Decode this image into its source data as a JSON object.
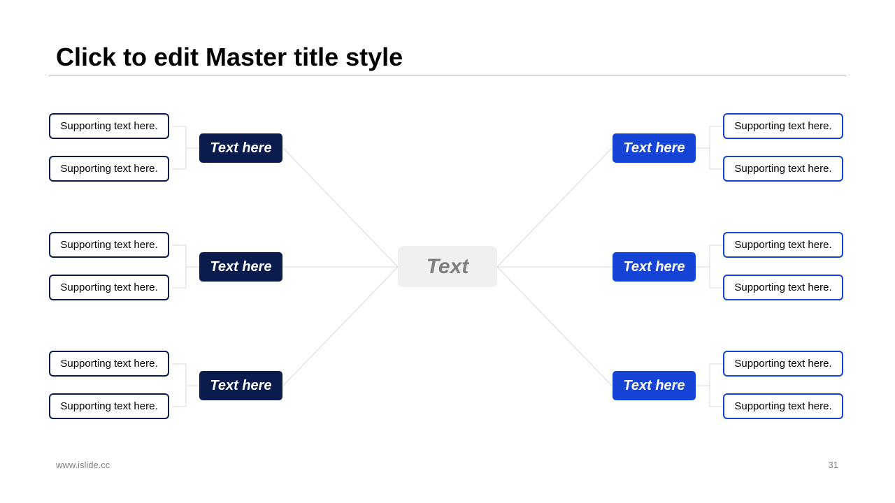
{
  "slide": {
    "title": "Click to edit Master title style",
    "footer_url": "www.islide.cc",
    "page_number": "31"
  },
  "colors": {
    "left_accent": "#0a1c4d",
    "right_accent": "#1443d6",
    "center_fill": "#f0f0f0",
    "center_text": "#7f7f7f",
    "connector": "#d9d9d9"
  },
  "diagram": {
    "center": "Text",
    "branches": [
      {
        "label": "Text here",
        "side": "left",
        "children": [
          "Supporting text here.",
          "Supporting text here."
        ]
      },
      {
        "label": "Text here",
        "side": "left",
        "children": [
          "Supporting text here.",
          "Supporting text here."
        ]
      },
      {
        "label": "Text here",
        "side": "left",
        "children": [
          "Supporting text here.",
          "Supporting text here."
        ]
      },
      {
        "label": "Text here",
        "side": "right",
        "children": [
          "Supporting text here.",
          "Supporting text here."
        ]
      },
      {
        "label": "Text here",
        "side": "right",
        "children": [
          "Supporting text here.",
          "Supporting text here."
        ]
      },
      {
        "label": "Text here",
        "side": "right",
        "children": [
          "Supporting text here.",
          "Supporting text here."
        ]
      }
    ]
  }
}
